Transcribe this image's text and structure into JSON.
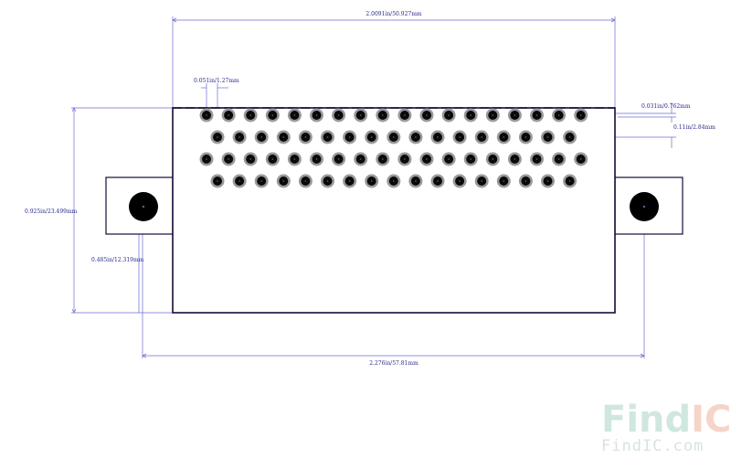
{
  "drawing": {
    "dimensions": {
      "overall_width": "2.0091in/50.927mm",
      "pin_pitch": "0.051in/1.27mm",
      "row_offset": "0.031in/0.762mm",
      "row_pitch": "0.11in/2.84mm",
      "overall_height": "0.925in/23.499mm",
      "mount_height": "0.485in/12.319mm",
      "mount_spacing": "2.276in/57.81mm"
    },
    "pin_rows": [
      {
        "count": 18
      },
      {
        "count": 17
      },
      {
        "count": 18
      },
      {
        "count": 17
      }
    ],
    "mounting_holes": 2,
    "colors": {
      "outline": "#1a0a3a",
      "dimension": "#6b6bd6",
      "pin_ring": "#9a9a9a",
      "pin_hole": "#0a0a0a"
    }
  },
  "watermark": {
    "logo_prefix": "Find",
    "logo_suffix": "IC",
    "site": "FindIC.com",
    "colors": {
      "prefix": "#cfe7df",
      "suffix": "#f6d4c8"
    }
  }
}
